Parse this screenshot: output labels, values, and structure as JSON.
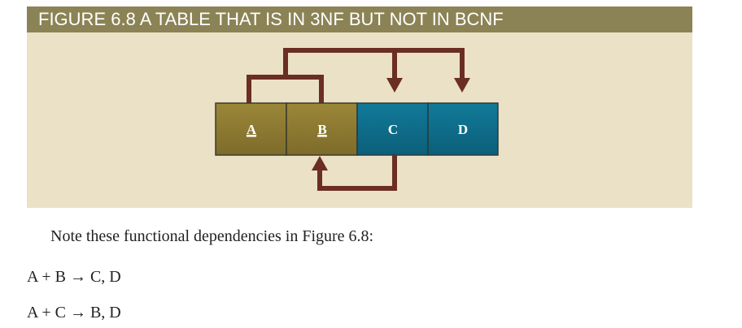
{
  "figure": {
    "title": "FIGURE 6.8  A TABLE THAT IS IN 3NF BUT NOT IN BCNF"
  },
  "diagram": {
    "attributes": [
      {
        "label": "A",
        "primary_key": true,
        "color": "#8e7a32"
      },
      {
        "label": "B",
        "primary_key": true,
        "color": "#8e7a32"
      },
      {
        "label": "C",
        "primary_key": false,
        "color": "#0f6e8c"
      },
      {
        "label": "D",
        "primary_key": false,
        "color": "#0f6e8c"
      }
    ],
    "arrow_color": "#6b2e22",
    "panel_color": "#ebe1c7",
    "header_color": "#8b8355"
  },
  "text": {
    "note": "Note these functional dependencies in Figure 6.8:",
    "dependencies": [
      "A + B → C, D",
      "A + C → B, D"
    ]
  }
}
